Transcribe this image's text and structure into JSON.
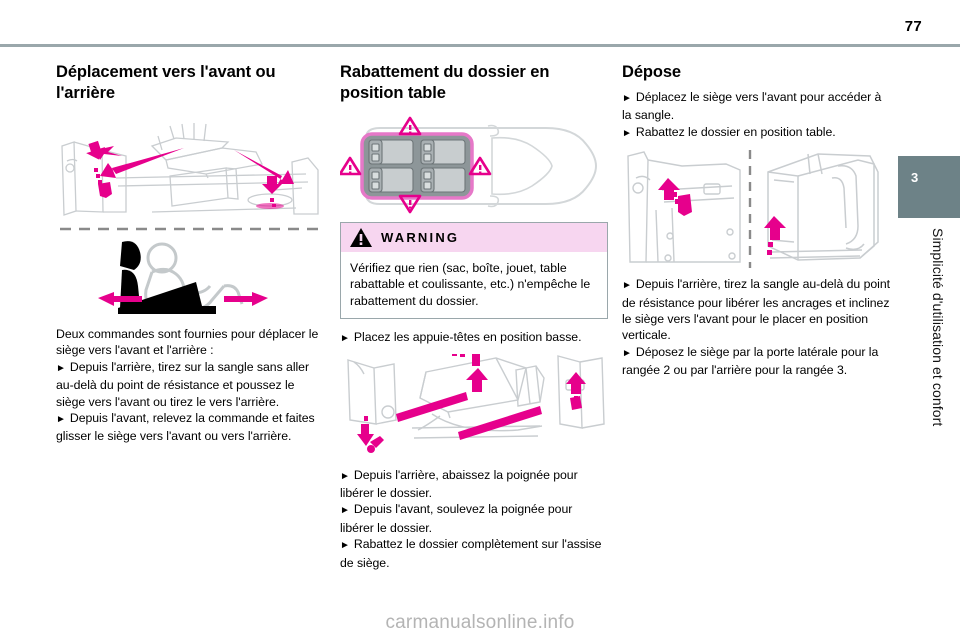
{
  "page": {
    "number": "77",
    "watermark": "carmanualsonline.info"
  },
  "sidebar": {
    "chapter_number": "3",
    "chapter_title": "Simplicité d'utilisation et confort",
    "tab_color": "#6d8287"
  },
  "columns": [
    {
      "id": "col-1",
      "title": "Déplacement vers l'avant ou l'arrière",
      "paragraphs": [
        "Deux commandes sont fournies pour déplacer le siège vers l'avant et l'arrière :"
      ],
      "bullets": [
        "Depuis l'arrière, tirez sur la sangle sans aller au-delà du point de résistance et poussez le siège vers l'avant ou tirez le vers l'arrière.",
        "Depuis l'avant, relevez la commande et faites glisser le siège vers l'avant ou vers l'arrière."
      ],
      "figures": [
        {
          "name": "seat-rail-controls-illustration",
          "caption": ""
        },
        {
          "name": "seat-slide-side-view-illustration",
          "caption": ""
        }
      ]
    },
    {
      "id": "col-2",
      "title": "Rabattement du dossier en position table",
      "warning": {
        "label": "WARNING",
        "icon": "warning-triangle-icon",
        "text": "Vérifiez que rien (sac, boîte, jouet, table rabattable et coulissante, etc.) n'empêche le rabattement du dossier.",
        "header_color": "#f7d6f0"
      },
      "bullets_top": [
        "Placez les appuie-têtes en position basse."
      ],
      "bullets_bottom": [
        "Depuis l'arrière, abaissez la poignée pour libérer le dossier.",
        "Depuis l'avant, soulevez la poignée pour libérer le dossier.",
        "Rabattez le dossier complètement sur l'assise de siège."
      ],
      "figures": [
        {
          "name": "vehicle-top-view-seats-illustration",
          "caption": ""
        },
        {
          "name": "seatback-fold-handle-illustration",
          "caption": ""
        }
      ]
    },
    {
      "id": "col-3",
      "title": "Dépose",
      "bullets_top": [
        "Déplacez le siège vers l'avant pour accéder à la sangle.",
        "Rabattez le dossier en position table."
      ],
      "bullets_bottom": [
        "Depuis l'arrière, tirez la sangle au-delà du point de résistance pour libérer les ancrages et inclinez le siège vers l'avant pour le placer en position verticale.",
        "Déposez le siège par la porte latérale pour la rangée 2 ou par l'arrière pour la rangée 3."
      ],
      "figures": [
        {
          "name": "seat-anchor-release-illustration",
          "caption": ""
        }
      ]
    }
  ],
  "symbols": {
    "bullet_marker": "►",
    "accent_magenta": "#e6008c",
    "line_gray": "#c9cdd0",
    "rule_gray": "#9aa7ab"
  }
}
